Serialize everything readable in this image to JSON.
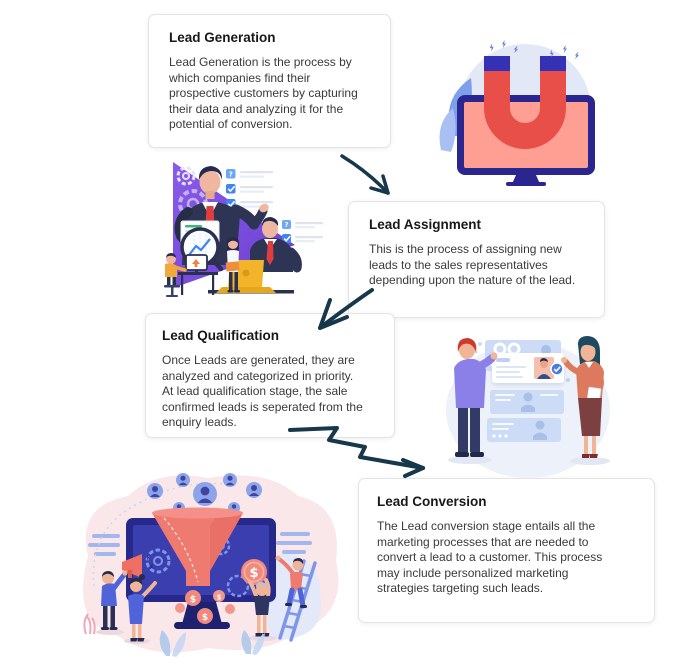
{
  "page": {
    "background": "#ffffff"
  },
  "flow": [
    "Lead Generation",
    "Lead Assignment",
    "Lead Qualification",
    "Lead Conversion"
  ],
  "cards": {
    "lead_generation": {
      "title": "Lead Generation",
      "body": "Lead Generation is the process by\nwhich companies find their\nprospective customers by capturing\ntheir data and analyzing it for the\npotential of conversion."
    },
    "lead_assignment": {
      "title": "Lead Assignment",
      "body": "This is the process of assigning new\nleads to the sales representatives\ndepending upon the nature of the lead."
    },
    "lead_qualification": {
      "title": "Lead Qualification",
      "body": "Once Leads are generated, they are\nanalyzed and categorized in priority.\nAt lead qualification stage,  the sale\nconfirmed leads is seperated from the\nenquiry leads."
    },
    "lead_conversion": {
      "title": "Lead Conversion",
      "body": "The Lead conversion stage entails all the\nmarketing processes that are needed to\nconvert a lead to a customer. This process\nmay include personalized marketing\nstrategies targeting such leads."
    }
  },
  "arrows": [
    {
      "from": "Lead Generation",
      "to": "Lead Assignment",
      "style": "curved"
    },
    {
      "from": "Lead Assignment",
      "to": "Lead Qualification",
      "style": "curved"
    },
    {
      "from": "Lead Qualification",
      "to": "Lead Conversion",
      "style": "zigzag"
    }
  ],
  "illustrations": {
    "lead_generation": "computer-monitor-with-magnet-attracting-leads",
    "lead_assignment": "business-team-with-checklist",
    "lead_qualification": "two-people-reviewing-profile-cards",
    "lead_conversion": "sales-funnel-on-monitor-with-coins",
    "glyphs": {
      "coin_symbol": "$",
      "question_mark": "?"
    }
  },
  "palette": {
    "arrow": "#17374a",
    "card_border": "#e4e4e4",
    "salmon": "#ef7a70",
    "navy": "#2b2d8e",
    "purple": "#7c4fdc",
    "blue": "#3f84f0",
    "light_lavender": "#e3e8f6",
    "light_pink": "#f9e7ea"
  }
}
